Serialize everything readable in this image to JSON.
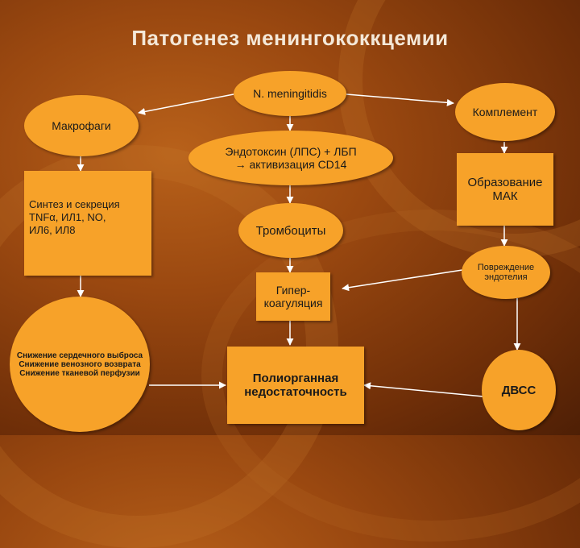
{
  "title": "Патогенез менингококкцемии",
  "nodes": {
    "n_meningitidis": "N. meningitidis",
    "complement": "Комплемент",
    "macrophages": "Макрофаги",
    "endotoxin_line1": "Эндотоксин (ЛПС) + ЛБП",
    "endotoxin_line2": "→ активизация CD14",
    "mac_formation_line1": "Образование",
    "mac_formation_line2": "МАК",
    "synthesis_line1": "Синтез и секреция",
    "synthesis_line2": "TNFα,  ИЛ1, NO,",
    "synthesis_line3": "ИЛ6, ИЛ8",
    "platelets": "Тромбоциты",
    "endothelium_line1": "Повреждение",
    "endothelium_line2": "эндотелия",
    "hypercoag_line1": "Гипер-",
    "hypercoag_line2": "коагуляция",
    "cardiac_line1": "Снижение сердечного выброса",
    "cardiac_line2": "Снижение венозного возврата",
    "cardiac_line3": "Снижение тканевой перфузии",
    "mof_line1": "Полиорганная",
    "mof_line2": "недостаточность",
    "dic": "ДВСС"
  },
  "colors": {
    "node_fill": "#f7a229",
    "arrow": "#ffffff",
    "title_text": "#f4e8d8",
    "background": "#9a4810"
  }
}
